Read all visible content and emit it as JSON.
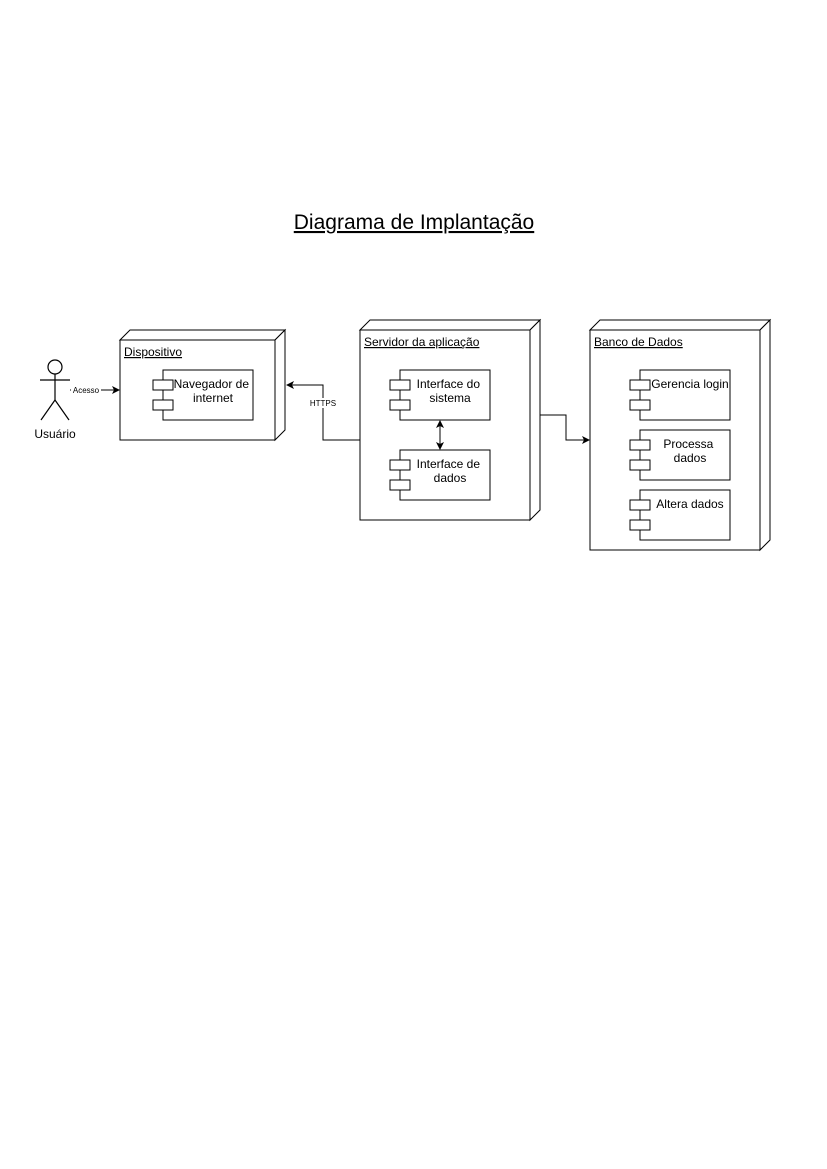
{
  "title": "Diagrama de Implantação",
  "actor": {
    "label": "Usuário"
  },
  "nodes": {
    "dispositivo": {
      "label": "Dispositivo",
      "components": [
        {
          "line1": "Navegador de",
          "line2": "internet"
        }
      ]
    },
    "servidor": {
      "label": "Servidor da aplicação",
      "components": [
        {
          "line1": "Interface do",
          "line2": "sistema"
        },
        {
          "line1": "Interface de",
          "line2": "dados"
        }
      ]
    },
    "banco": {
      "label": "Banco de Dados",
      "components": [
        {
          "line1": "Gerencia login",
          "line2": ""
        },
        {
          "line1": "Processa",
          "line2": "dados"
        },
        {
          "line1": "Altera dados",
          "line2": ""
        }
      ]
    }
  },
  "edges": {
    "acesso": "Acesso",
    "https": "HTTPS"
  },
  "colors": {
    "stroke": "#000000",
    "fill": "#ffffff",
    "text": "#000000"
  }
}
